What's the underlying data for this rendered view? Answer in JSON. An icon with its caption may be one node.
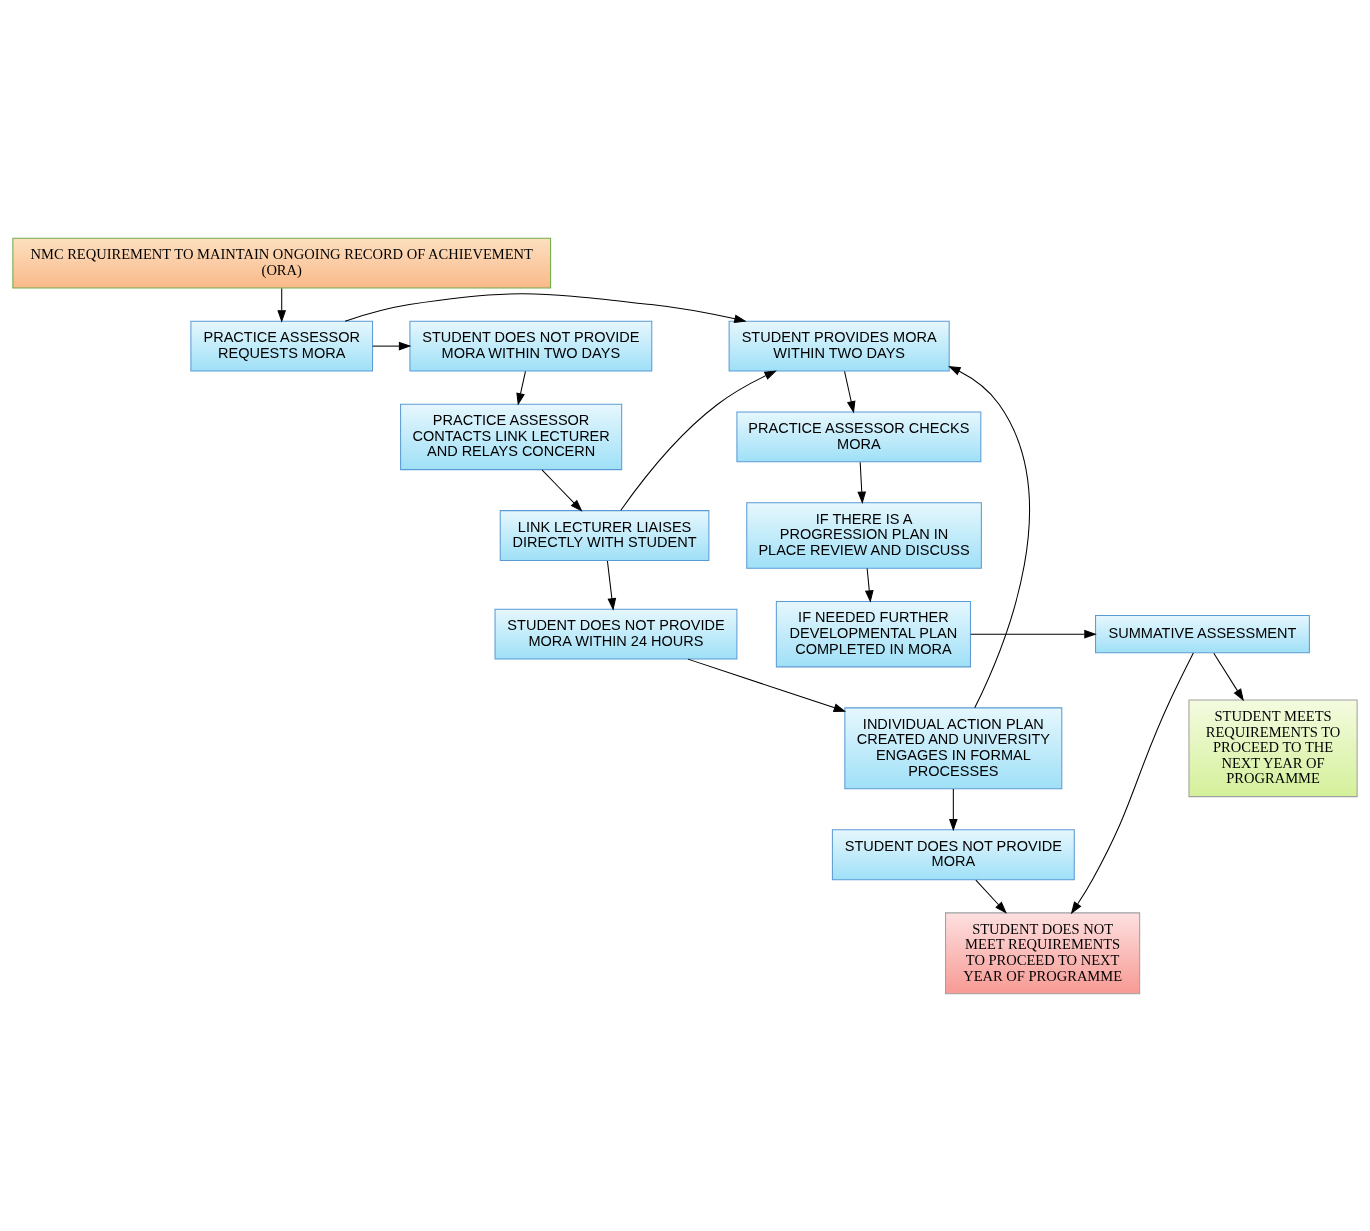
{
  "diagram": {
    "nodes": [
      {
        "text": [
          "NMC REQUIREMENT TO MAINTAIN ONGOING RECORD OF ACHIEVEMENT (ORA)"
        ]
      },
      {
        "text": [
          "PRACTICE ASSESSOR REQUESTS MORA"
        ]
      },
      {
        "text": [
          "STUDENT DOES NOT PROVIDE MORA WITHIN TWO DAYS"
        ]
      },
      {
        "text": [
          "STUDENT PROVIDES MORA WITHIN TWO DAYS"
        ]
      },
      {
        "text": [
          "PRACTICE ASSESSOR CONTACTS LINK LECTURER AND RELAYS CONCERN"
        ]
      },
      {
        "text": [
          "PRACTICE ASSESSOR CHECKS MORA"
        ]
      },
      {
        "text": [
          "LINK LECTURER LIAISES DIRECTLY WITH STUDENT"
        ]
      },
      {
        "text": [
          "IF THERE IS A PROGRESSION PLAN IN PLACE REVIEW AND DISCUSS"
        ]
      },
      {
        "text": [
          "STUDENT DOES NOT PROVIDE MORA WITHIN 24 HOURS"
        ]
      },
      {
        "text": [
          "IF NEEDED FURTHER DEVELOPMENTAL PLAN COMPLETED IN MORA"
        ]
      },
      {
        "text": [
          "INDIVIDUAL ACTION PLAN CREATED AND UNIVERSITY ENGAGES IN FORMAL PROCESSES"
        ]
      },
      {
        "text": [
          "SUMMATIVE ASSESSMENT"
        ]
      },
      {
        "text": [
          "STUDENT DOES NOT PROVIDE MORA"
        ]
      },
      {
        "text": [
          "STUDENT DOES NOT MEET REQUIREMENTS TO PROCEED TO NEXT YEAR OF PROGRAMME"
        ]
      },
      {
        "text": [
          "STUDENT MEETS REQUIREMENTS TO PROCEED TO THE NEXT YEAR OF PROGRAMME"
        ]
      }
    ],
    "edges": [
      {
        "from": 0,
        "to": 1,
        "arrow": "to"
      },
      {
        "from": 1,
        "to": 2,
        "arrow": "to"
      },
      {
        "from": 1,
        "to": 3,
        "arrow": "to"
      },
      {
        "from": 2,
        "to": 4,
        "arrow": "to"
      },
      {
        "from": 4,
        "to": 6,
        "arrow": "to"
      },
      {
        "from": 6,
        "to": 3,
        "arrow": "to"
      },
      {
        "from": 3,
        "to": 5,
        "arrow": "to"
      },
      {
        "from": 5,
        "to": 7,
        "arrow": "to"
      },
      {
        "from": 7,
        "to": 9,
        "arrow": "to"
      },
      {
        "from": 9,
        "to": 11,
        "arrow": "to"
      },
      {
        "from": 6,
        "to": 8,
        "arrow": "to"
      },
      {
        "from": 8,
        "to": 10,
        "arrow": "to"
      },
      {
        "from": 10,
        "to": 3,
        "arrow": "to"
      },
      {
        "from": 10,
        "to": 12,
        "arrow": "to"
      },
      {
        "from": 12,
        "to": 13,
        "arrow": "to"
      },
      {
        "from": 11,
        "to": 13,
        "arrow": "to"
      },
      {
        "from": 11,
        "to": 14,
        "arrow": "to"
      }
    ]
  }
}
